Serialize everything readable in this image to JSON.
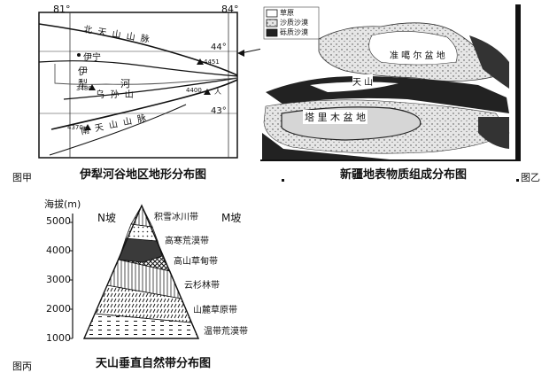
{
  "figures": {
    "jia": {
      "tag": "图甲",
      "caption": "伊犁河谷地区地形分布图",
      "lon_left": "81°",
      "lon_right": "84°",
      "lat_top": "44°",
      "lat_bottom": "43°",
      "north_range": "北  天  山  山  脉",
      "south_range": "南  天  山  山  脉",
      "central_range": "乌  孙  山",
      "yining": "伊宁",
      "yili_a": "伊",
      "yili_b": "犁",
      "river": "河",
      "peak1": "4451",
      "peak2": "3480",
      "peak3": "4400",
      "peak4": "4370",
      "town_mark": "人"
    },
    "yi": {
      "tag": "图乙",
      "caption": "新疆地表物质组成分布图",
      "legend": [
        "草原",
        "沙质沙漠",
        "砾质沙漠"
      ],
      "dzungaria": "准 噶 尔 盆 地",
      "tianshan": "天 山",
      "tarim": "塔 里 木 盆 地"
    },
    "bing": {
      "tag": "图丙",
      "caption": "天山垂直自然带分布图",
      "y_axis_title": "海拔(m)",
      "y_ticks": [
        "5000",
        "4000",
        "3000",
        "2000",
        "1000"
      ],
      "n_slope": "N坡",
      "m_slope": "M坡",
      "zones": [
        "积雪冰川带",
        "高寒荒漠带",
        "高山草甸带",
        "云杉林带",
        "山麓草原带",
        "温带荒漠带"
      ]
    }
  }
}
